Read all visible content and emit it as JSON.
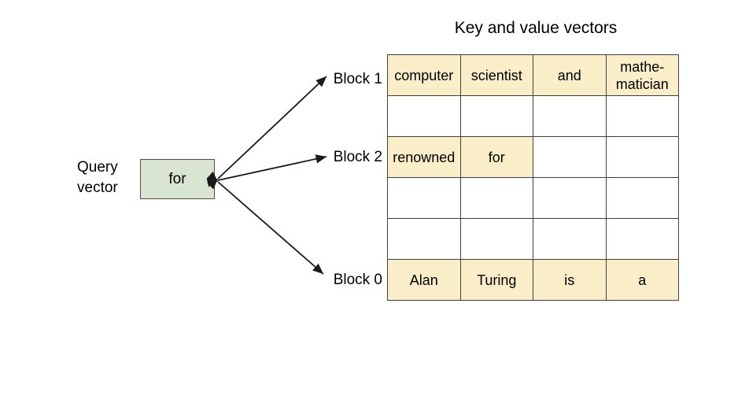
{
  "title": "Key and value vectors",
  "colors": {
    "cell_fill": "#faeec8",
    "cell_empty": "#ffffff",
    "query_box_fill": "#d9e5d0",
    "border": "#404040",
    "query_border": "#4d4d4d",
    "arrow": "#1a1a1a",
    "text": "#000000"
  },
  "query": {
    "label_line1": "Query",
    "label_line2": "vector",
    "value": "for"
  },
  "blocks": [
    {
      "label": "Block 1",
      "arrow": "arrow-to-block-1"
    },
    {
      "label": "Block 2",
      "arrow": "arrow-to-block-2"
    },
    {
      "label": "Block 0",
      "arrow": "arrow-to-block-0"
    }
  ],
  "table": {
    "rows": 6,
    "cols": 4,
    "cells": [
      [
        {
          "text": "computer",
          "filled": true
        },
        {
          "text": "scientist",
          "filled": true
        },
        {
          "text": "and",
          "filled": true
        },
        {
          "text": "mathe-\nmatician",
          "filled": true
        }
      ],
      [
        {
          "text": "",
          "filled": false
        },
        {
          "text": "",
          "filled": false
        },
        {
          "text": "",
          "filled": false
        },
        {
          "text": "",
          "filled": false
        }
      ],
      [
        {
          "text": "renowned",
          "filled": true
        },
        {
          "text": "for",
          "filled": true
        },
        {
          "text": "",
          "filled": false
        },
        {
          "text": "",
          "filled": false
        }
      ],
      [
        {
          "text": "",
          "filled": false
        },
        {
          "text": "",
          "filled": false
        },
        {
          "text": "",
          "filled": false
        },
        {
          "text": "",
          "filled": false
        }
      ],
      [
        {
          "text": "",
          "filled": false
        },
        {
          "text": "",
          "filled": false
        },
        {
          "text": "",
          "filled": false
        },
        {
          "text": "",
          "filled": false
        }
      ],
      [
        {
          "text": "Alan",
          "filled": true
        },
        {
          "text": "Turing",
          "filled": true
        },
        {
          "text": "is",
          "filled": true
        },
        {
          "text": "a",
          "filled": true
        }
      ]
    ]
  }
}
